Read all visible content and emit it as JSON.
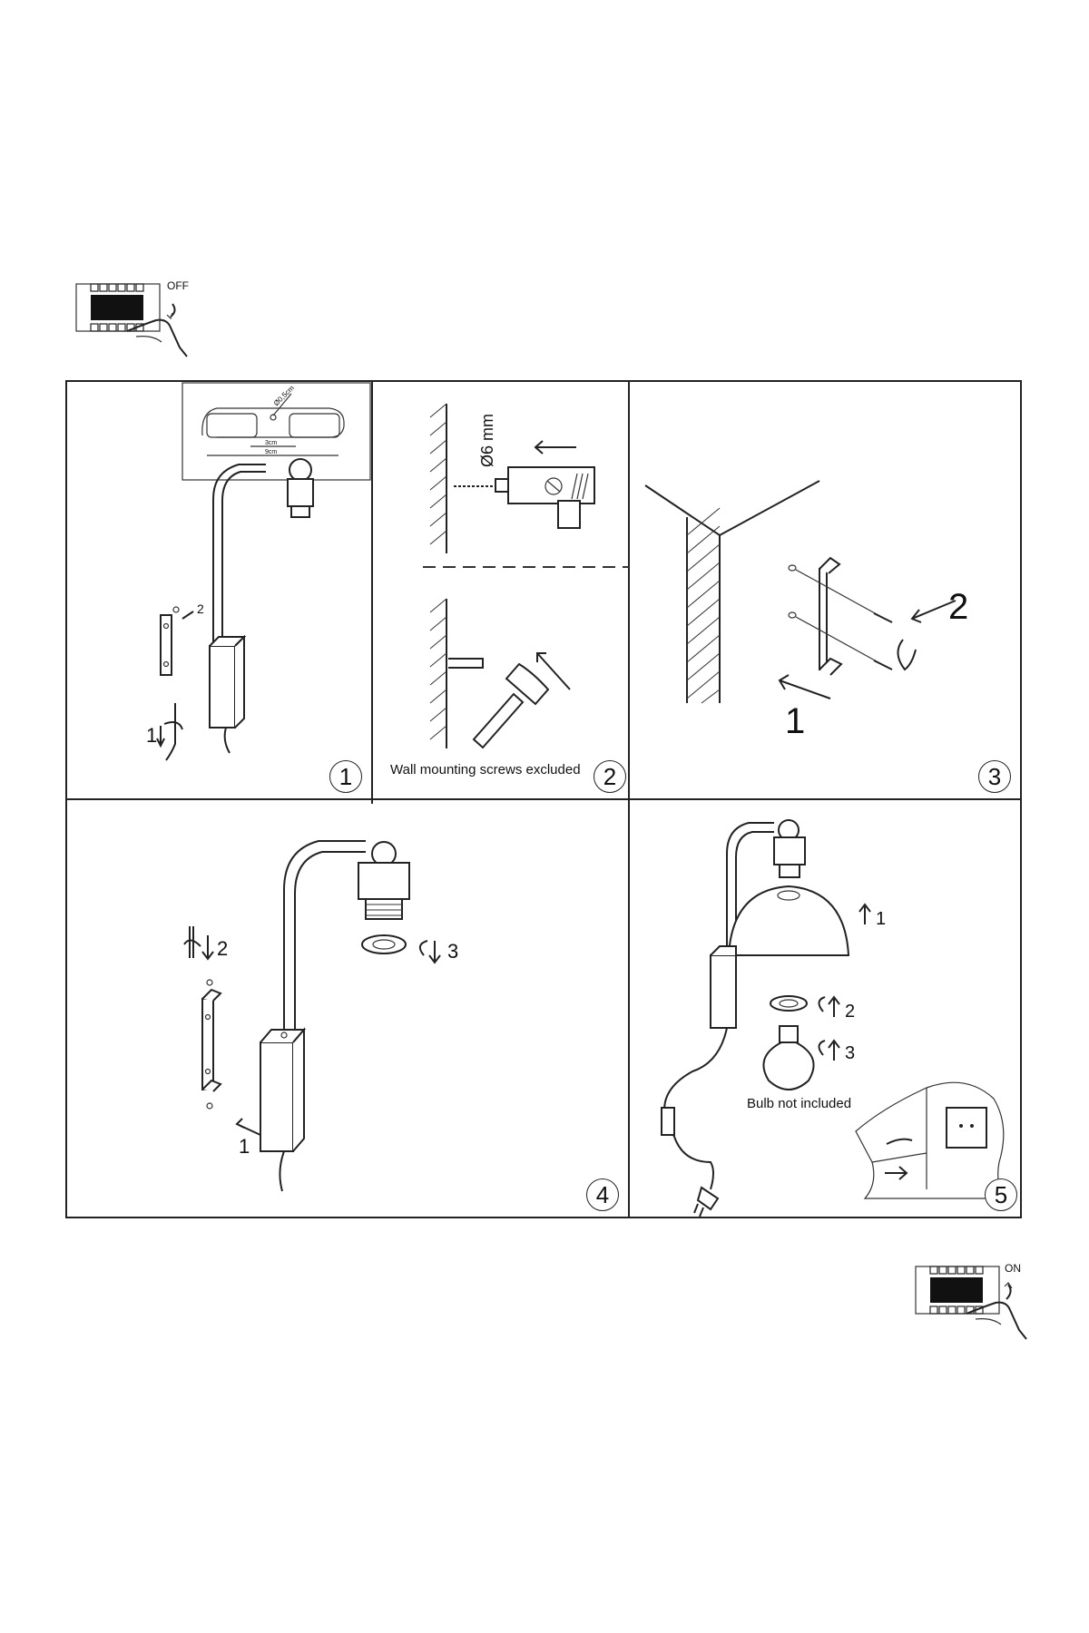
{
  "power_off": {
    "label": "OFF"
  },
  "power_on": {
    "label": "ON"
  },
  "steps": [
    {
      "number": "1",
      "detail": {
        "hole": "Ø0,5cm",
        "dim_inner": "3cm",
        "dim_outer": "9cm"
      },
      "marks": [
        "2",
        "1"
      ]
    },
    {
      "number": "2",
      "drill_label": "Ø6 mm",
      "caption": "Wall mounting screws excluded"
    },
    {
      "number": "3",
      "marks": [
        "2",
        "1"
      ]
    },
    {
      "number": "4",
      "marks": [
        "2",
        "3",
        "1"
      ]
    },
    {
      "number": "5",
      "marks": [
        "1",
        "2",
        "3"
      ],
      "caption": "Bulb not included"
    }
  ],
  "icons": [
    "breaker-off-icon",
    "breaker-on-icon",
    "drill-icon",
    "hammer-icon",
    "screwdriver-icon",
    "bulb-icon",
    "plug-icon",
    "wall-socket-icon"
  ]
}
